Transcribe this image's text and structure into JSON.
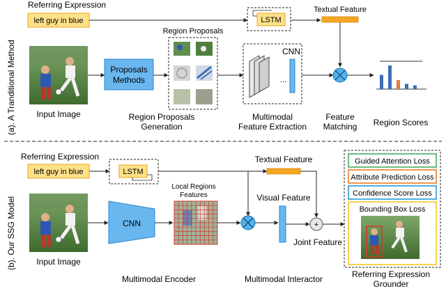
{
  "top": {
    "section_label": "(a). A Tranditional Method",
    "referring_expression_title": "Referring Expression",
    "referring_expression_text": "left guy in blue",
    "lstm": "LSTM",
    "textual_feature": "Textual Feature",
    "region_proposals_title": "Region Proposals",
    "proposals_methods_line1": "Proposals",
    "proposals_methods_line2": "Methods",
    "cnn": "CNN",
    "ellipsis": "...",
    "captions": {
      "input_image": "Input  Image",
      "rpg_line1": "Region Proposals",
      "rpg_line2": "Generation",
      "mfe_line1": "Multimodal",
      "mfe_line2": "Feature Extraction",
      "fm_line1": "Feature",
      "fm_line2": "Matching",
      "region_scores": "Region Scores"
    },
    "scores_chart": {
      "bars": [
        {
          "value": 0.6,
          "color": "#3b6fb6"
        },
        {
          "value": 1.0,
          "color": "#3b6fb6"
        },
        {
          "value": 0.38,
          "color": "#e07b39"
        },
        {
          "value": 0.22,
          "color": "#3b6fb6"
        },
        {
          "value": 0.16,
          "color": "#3b6fb6"
        }
      ]
    }
  },
  "bottom": {
    "section_label": "(b). Our SSG Model",
    "referring_expression_title": "Referring Expression",
    "referring_expression_text": "left guy in blue",
    "lstm": "LSTM",
    "textual_feature": "Textual Feature",
    "cnn": "CNN",
    "local_regions_line1": "Local Regions",
    "local_regions_line2": "Features",
    "visual_feature": "Visual Feature",
    "joint_feature": "Joint Feature",
    "plus": "+",
    "losses": {
      "guided_attention": "Guided Attention Loss",
      "attribute_prediction": "Attribute Prediction Loss",
      "confidence_score": "Confidence Score Loss",
      "bounding_box": "Bounding Box Loss"
    },
    "captions": {
      "input_image": "Input Image",
      "multimodal_encoder": "Multimodal Encoder",
      "multimodal_interactor": "Multimodal Interactor",
      "reg_line1": "Referring Expression",
      "reg_line2": "Grounder"
    }
  },
  "colors": {
    "yellow_fill": "#fde08a",
    "yellow_stroke": "#e6a817",
    "orange_bar": "#f5a623",
    "blue_fill": "#6ab7ef",
    "blue_stroke": "#2a86c8",
    "cross_fill": "#4fb3f0",
    "grid_red": "#d9342b",
    "green_loss": "#3aa655",
    "orange_loss": "#e8751a",
    "blue_loss": "#1c8fd6",
    "gold_loss": "#f0c419"
  }
}
